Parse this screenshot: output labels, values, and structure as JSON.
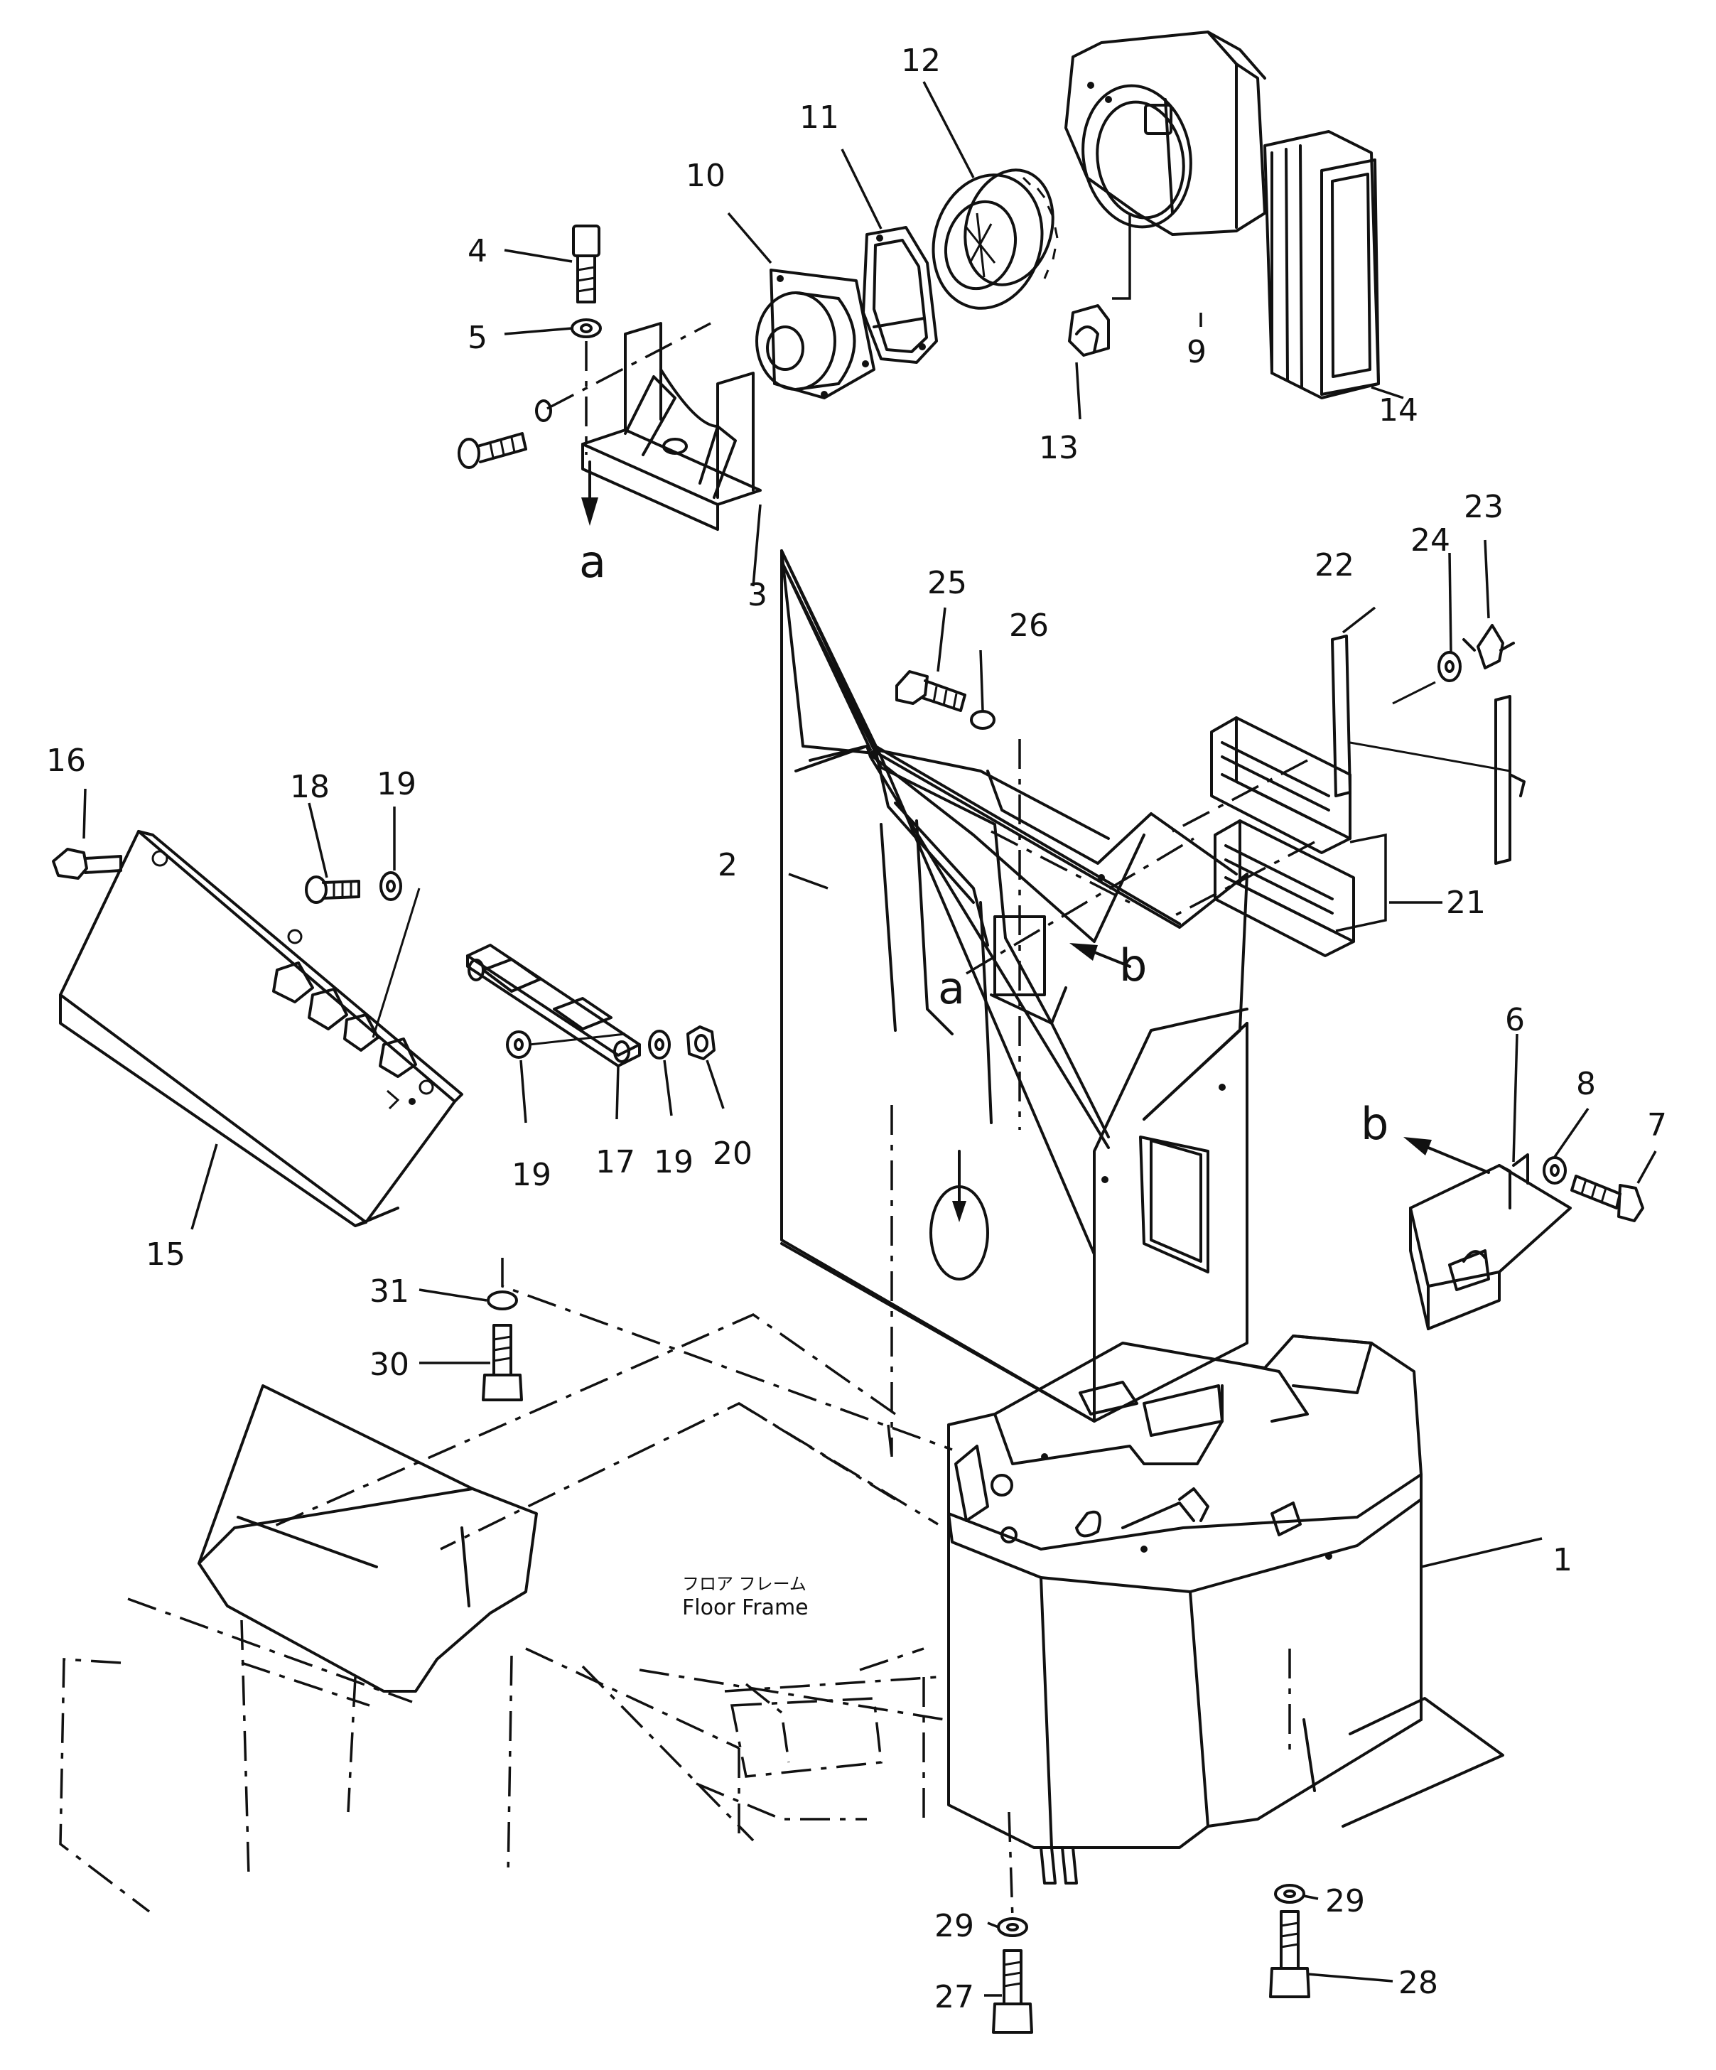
{
  "parts": [
    {
      "num": "1"
    },
    {
      "num": "2"
    },
    {
      "num": "3"
    },
    {
      "num": "4"
    },
    {
      "num": "5"
    },
    {
      "num": "6"
    },
    {
      "num": "7"
    },
    {
      "num": "8"
    },
    {
      "num": "9"
    },
    {
      "num": "10"
    },
    {
      "num": "11"
    },
    {
      "num": "12"
    },
    {
      "num": "13"
    },
    {
      "num": "14"
    },
    {
      "num": "15"
    },
    {
      "num": "16"
    },
    {
      "num": "17"
    },
    {
      "num": "18"
    },
    {
      "num": "19"
    },
    {
      "num": "20"
    },
    {
      "num": "21"
    },
    {
      "num": "22"
    },
    {
      "num": "23"
    },
    {
      "num": "24"
    },
    {
      "num": "25"
    },
    {
      "num": "26"
    },
    {
      "num": "27"
    },
    {
      "num": "28"
    },
    {
      "num": "29"
    },
    {
      "num": "30"
    },
    {
      "num": "31"
    }
  ],
  "refs": {
    "a": "a",
    "b": "b"
  },
  "floor_frame": {
    "jp": "フロア フレーム",
    "en": "Floor Frame"
  }
}
